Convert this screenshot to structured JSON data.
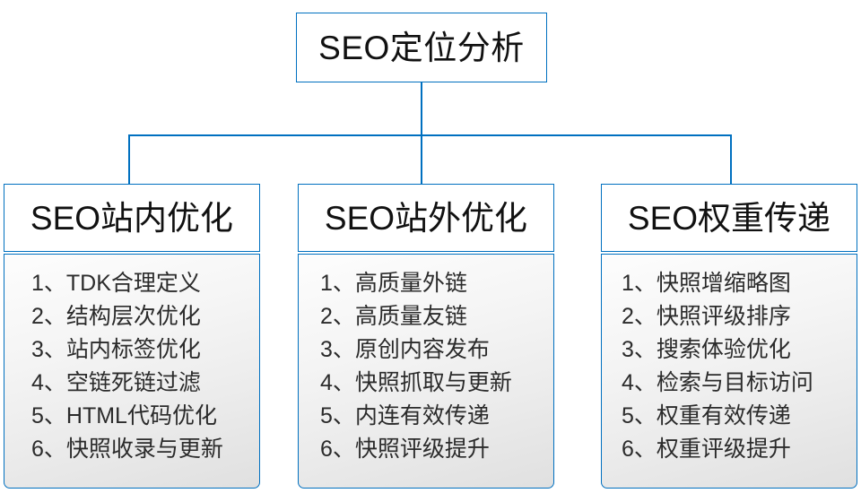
{
  "diagram": {
    "type": "org-chart",
    "accent_color": "#0070C0",
    "root": {
      "label": "SEO定位分析"
    },
    "branches": [
      {
        "title": "SEO站内优化",
        "items": [
          "1、TDK合理定义",
          "2、结构层次优化",
          "3、站内标签优化",
          "4、空链死链过滤",
          "5、HTML代码优化",
          "6、快照收录与更新"
        ]
      },
      {
        "title": "SEO站外优化",
        "items": [
          "1、高质量外链",
          "2、高质量友链",
          "3、原创内容发布",
          "4、快照抓取与更新",
          "5、内连有效传递",
          "6、快照评级提升"
        ]
      },
      {
        "title": "SEO权重传递",
        "items": [
          "1、快照增缩略图",
          "2、快照评级排序",
          "3、搜索体验优化",
          "4、检索与目标访问",
          "5、权重有效传递",
          "6、权重评级提升"
        ]
      }
    ]
  }
}
